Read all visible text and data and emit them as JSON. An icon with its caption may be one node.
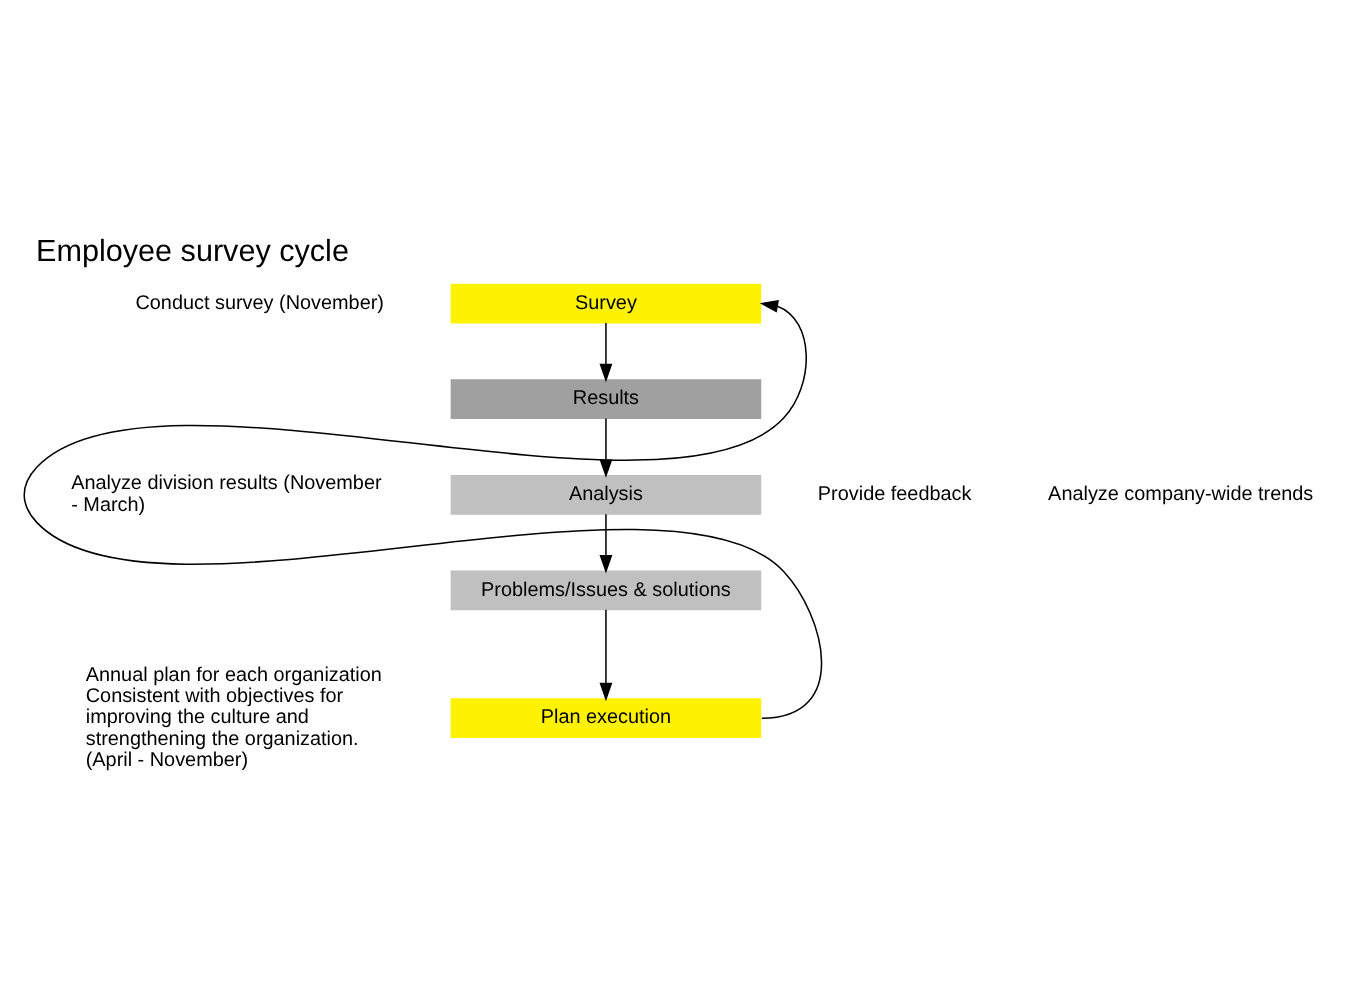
{
  "diagram": {
    "title": "Employee survey cycle",
    "nodes": [
      {
        "text": [
          "Survey"
        ]
      },
      {
        "text": [
          "Results"
        ]
      },
      {
        "text": [
          "Analysis"
        ]
      },
      {
        "text": [
          "Problems/Issues & solutions"
        ]
      },
      {
        "text": [
          "Plan execution"
        ]
      }
    ],
    "edges": [
      {
        "from": 0,
        "to": 1,
        "arrow": "to"
      },
      {
        "from": 1,
        "to": 2,
        "arrow": "to"
      },
      {
        "from": 2,
        "to": 3,
        "arrow": "to"
      },
      {
        "from": 3,
        "to": 4,
        "arrow": "to"
      },
      {
        "from": 4,
        "to": 0,
        "arrow": "to"
      }
    ],
    "labels": [
      "Conduct survey (November)",
      "Provide feedback",
      "Analyze company-wide trends",
      "Analyze division results (November - March)",
      "Annual plan for each organization Consistent with objectives for improving the culture and strengthening the organization. (April - November)"
    ]
  }
}
